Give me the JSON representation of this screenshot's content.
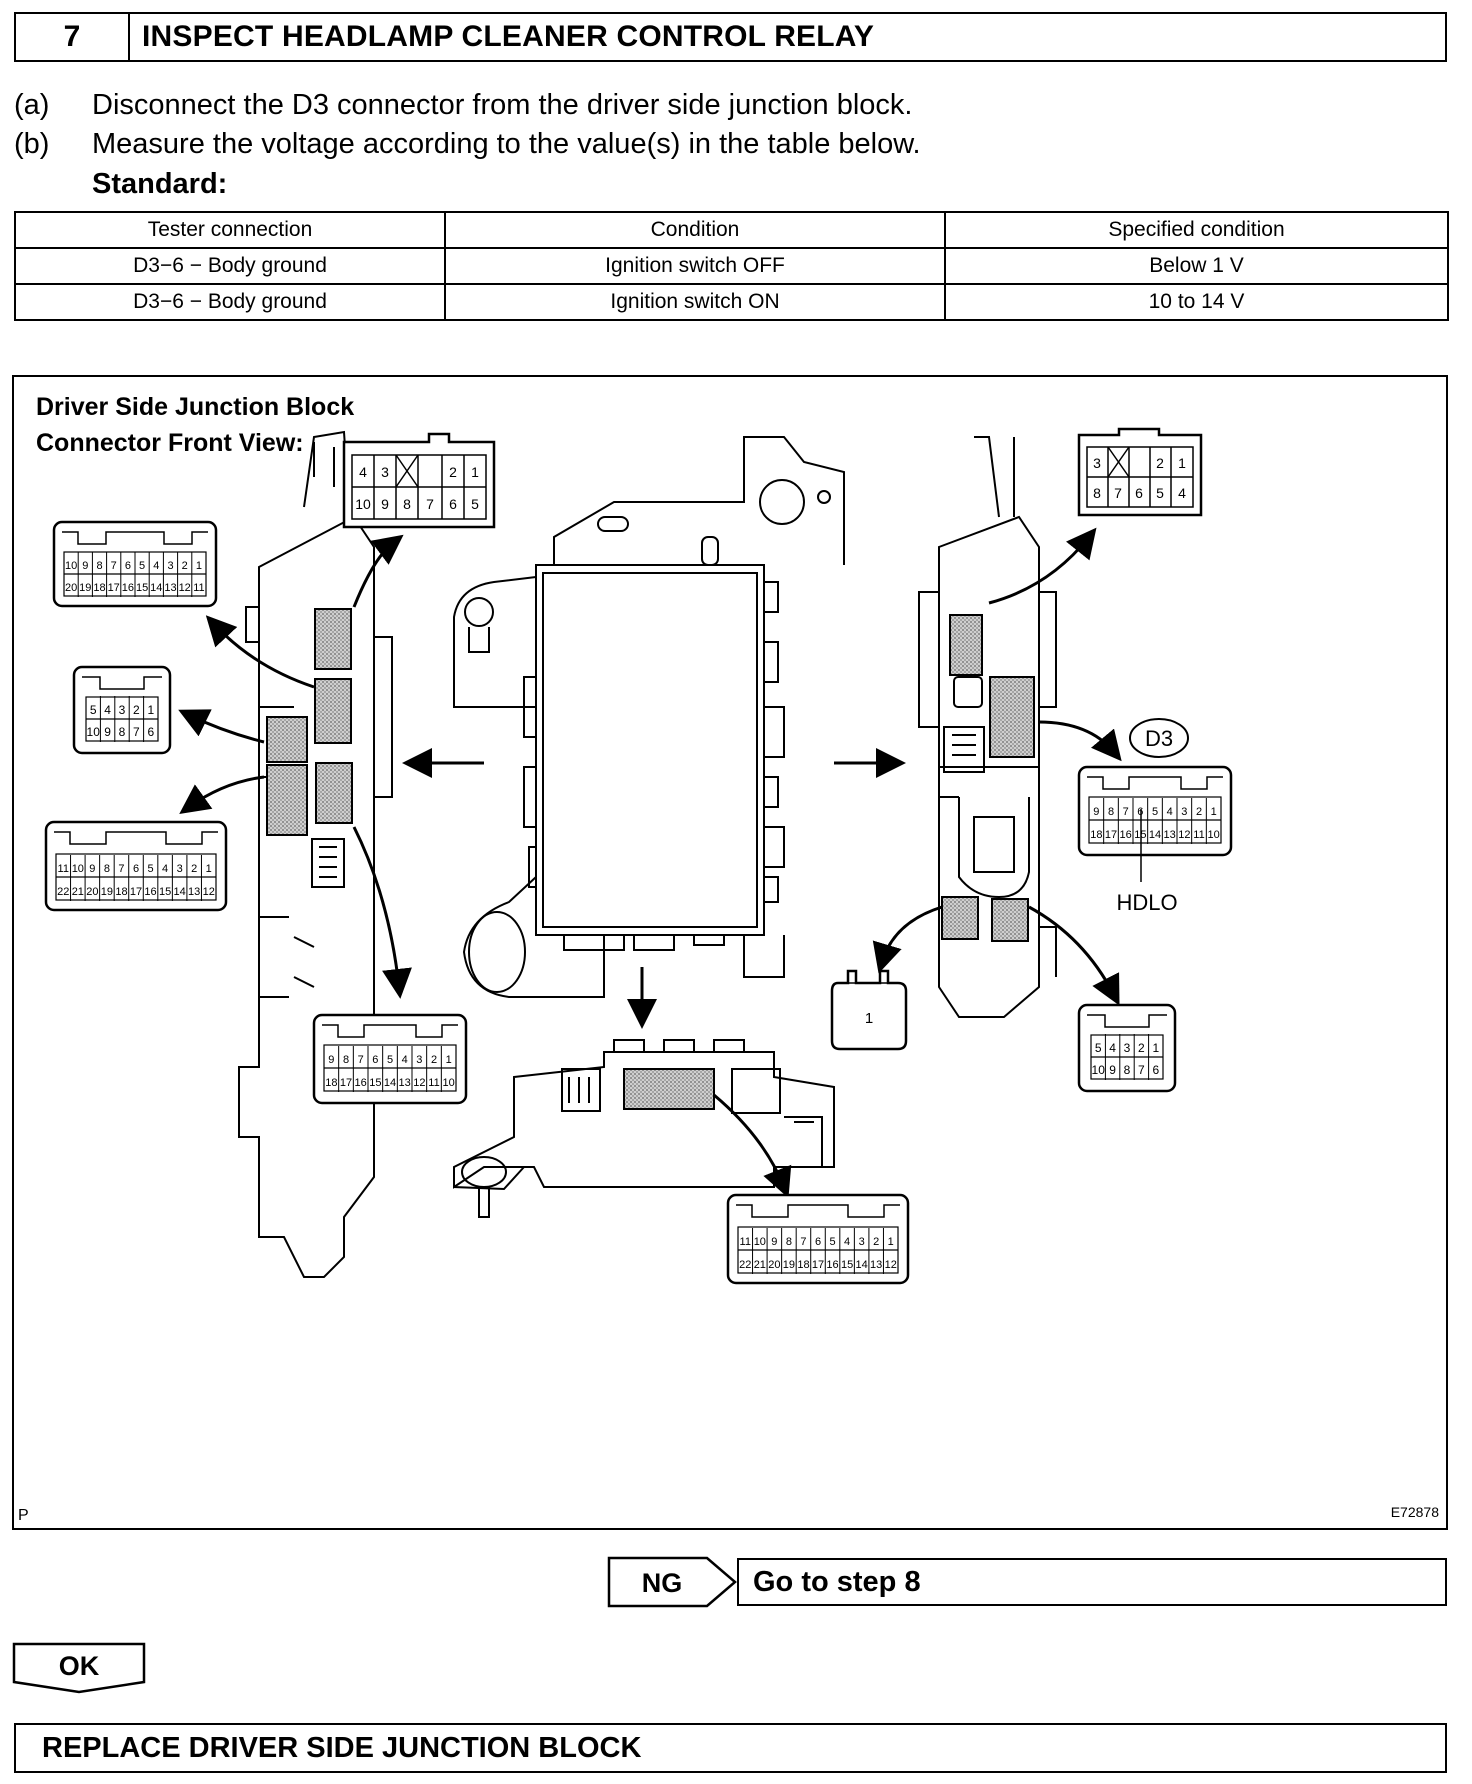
{
  "step": {
    "number": "7",
    "title": "INSPECT HEADLAMP CLEANER CONTROL RELAY"
  },
  "instructions": [
    {
      "label": "(a)",
      "text": "Disconnect the D3 connector from the driver side junction block."
    },
    {
      "label": "(b)",
      "text": "Measure the voltage according to the value(s) in the table below."
    }
  ],
  "standard_label": "Standard:",
  "table": {
    "headers": [
      "Tester connection",
      "Condition",
      "Specified condition"
    ],
    "rows": [
      [
        "D3−6 − Body ground",
        "Ignition switch OFF",
        "Below 1 V"
      ],
      [
        "D3−6 − Body ground",
        "Ignition switch ON",
        "10 to 14 V"
      ]
    ]
  },
  "figure": {
    "title_line1": "Driver Side Junction Block",
    "title_line2": "Connector Front View:",
    "connector_label": "D3",
    "terminal_label": "HDLO",
    "corner_code": "P",
    "figure_id": "E72878",
    "connectors": {
      "c10_top": [
        "4",
        "3",
        "2",
        "1"
      ],
      "c10_bottom": [
        "10",
        "9",
        "8",
        "7",
        "6",
        "5"
      ],
      "c20_top": [
        "10",
        "9",
        "8",
        "7",
        "6",
        "5",
        "4",
        "3",
        "2",
        "1"
      ],
      "c20_bottom": [
        "20",
        "19",
        "18",
        "17",
        "16",
        "15",
        "14",
        "13",
        "12",
        "11"
      ],
      "c10s_top": [
        "5",
        "4",
        "3",
        "2",
        "1"
      ],
      "c10s_bottom": [
        "10",
        "9",
        "8",
        "7",
        "6"
      ],
      "c22_top": [
        "11",
        "10",
        "9",
        "8",
        "7",
        "6",
        "5",
        "4",
        "3",
        "2",
        "1"
      ],
      "c22_bottom": [
        "22",
        "21",
        "20",
        "19",
        "18",
        "17",
        "16",
        "15",
        "14",
        "13",
        "12"
      ],
      "c18_top": [
        "9",
        "8",
        "7",
        "6",
        "5",
        "4",
        "3",
        "2",
        "1"
      ],
      "c18_bottom": [
        "18",
        "17",
        "16",
        "15",
        "14",
        "13",
        "12",
        "11",
        "10"
      ],
      "c8_top": [
        "3",
        "2",
        "1"
      ],
      "c8_bottom": [
        "8",
        "7",
        "6",
        "5",
        "4"
      ],
      "c1": "1"
    }
  },
  "ng": {
    "label": "NG",
    "target": "Go to step 8"
  },
  "ok": {
    "label": "OK"
  },
  "final_step": "REPLACE DRIVER SIDE JUNCTION BLOCK"
}
